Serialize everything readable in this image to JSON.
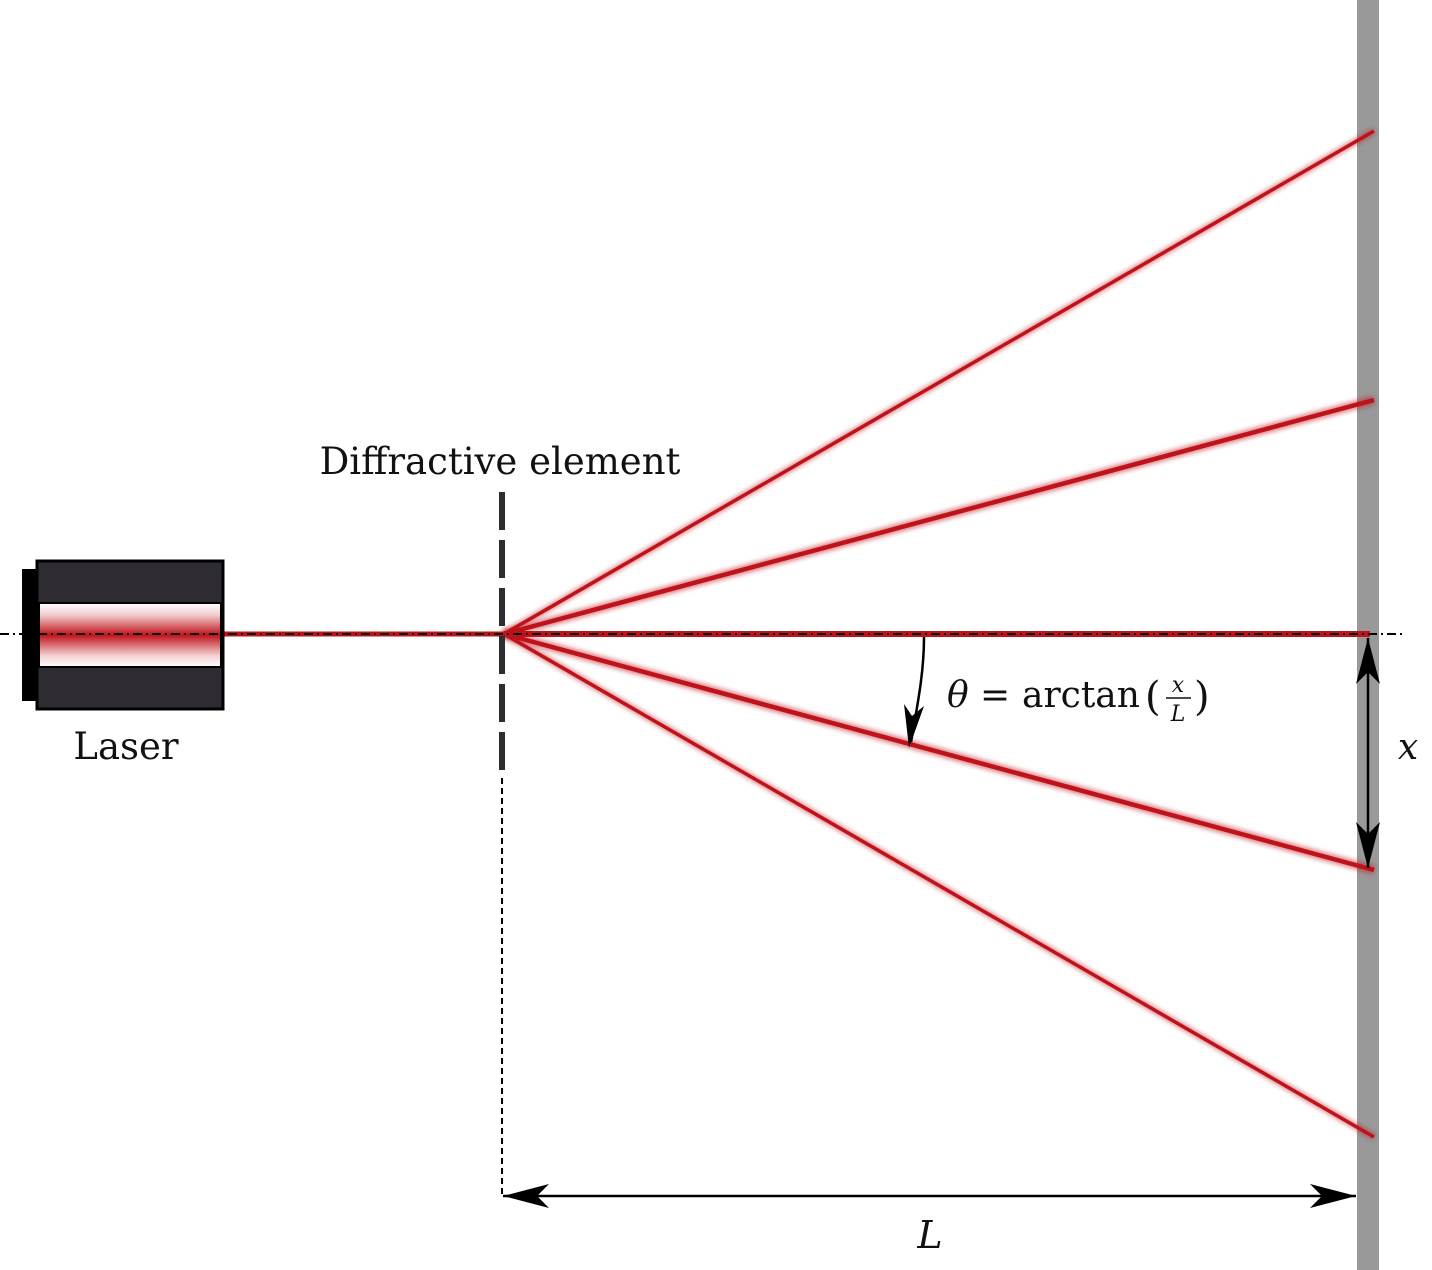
{
  "labels": {
    "diffractive_element": "Diffractive element",
    "laser": "Laser",
    "screen_offset": "x",
    "distance": "L"
  },
  "formula": {
    "theta": "θ",
    "equals": "=",
    "func": "arctan",
    "open_paren": "(",
    "numerator": "x",
    "denominator": "L",
    "close_paren": ")"
  },
  "colors": {
    "beam": "#c0121a",
    "beam_glow": "#e04a50",
    "laser_body": "#2e2b33",
    "screen": "#999999",
    "ink": "#000000"
  }
}
